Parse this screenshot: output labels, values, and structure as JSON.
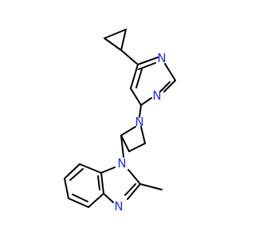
{
  "molecule": {
    "atoms": [
      {
        "id": "n_pyr_top",
        "symbol": "N"
      },
      {
        "id": "n_pyr_bottom",
        "symbol": "N"
      },
      {
        "id": "n_azetidine",
        "symbol": "N"
      },
      {
        "id": "n_benz_1",
        "symbol": "N"
      },
      {
        "id": "n_benz_3",
        "symbol": "N"
      }
    ],
    "colors": {
      "bond": "#000000",
      "nitrogen": "#1f30d8",
      "background": "#ffffff"
    }
  }
}
